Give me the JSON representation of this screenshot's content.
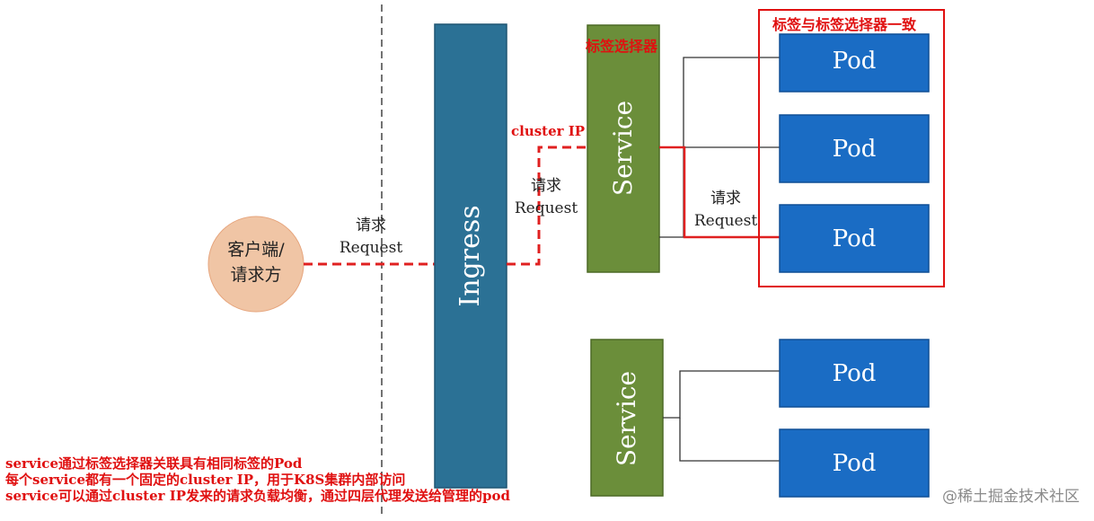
{
  "colors": {
    "ingress_fill": "#2b7195",
    "service_fill": "#6b8e3a",
    "pod_fill": "#1a6cc4",
    "client_fill": "#f0c5a5",
    "request_line": "#e02020",
    "annotation_red": "#e01010",
    "connector": "#333333"
  },
  "client": {
    "line1": "客户端/",
    "line2": "请求方"
  },
  "ingress": {
    "label": "Ingress"
  },
  "services": [
    {
      "label": "Service"
    },
    {
      "label": "Service"
    }
  ],
  "pods": [
    {
      "label": "Pod"
    },
    {
      "label": "Pod"
    },
    {
      "label": "Pod"
    },
    {
      "label": "Pod"
    },
    {
      "label": "Pod"
    }
  ],
  "requests": [
    {
      "line1": "请求",
      "line2": "Request"
    },
    {
      "line1": "请求",
      "line2": "Request"
    },
    {
      "line1": "请求",
      "line2": "Request"
    }
  ],
  "annotations": {
    "label_selector": "标签选择器",
    "label_match": "标签与标签选择器一致",
    "cluster_ip": "cluster IP"
  },
  "notes": [
    "service通过标签选择器关联具有相同标签的Pod",
    "每个service都有一个固定的cluster IP，用于K8S集群内部访问",
    "service可以通过cluster IP发来的请求负载均衡，通过四层代理发送给管理的pod"
  ],
  "watermark": "@稀土掘金技术社区"
}
